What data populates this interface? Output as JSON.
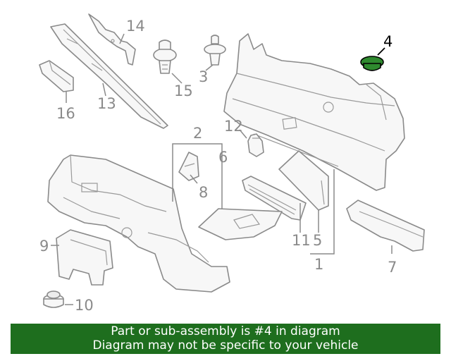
{
  "callouts": {
    "c1": "1",
    "c2": "2",
    "c3": "3",
    "c4": "4",
    "c5": "5",
    "c6": "6",
    "c7": "7",
    "c8": "8",
    "c9": "9",
    "c10": "10",
    "c11": "11",
    "c12": "12",
    "c13": "13",
    "c14": "14",
    "c15": "15",
    "c16": "16"
  },
  "highlighted_part": "4",
  "banner": {
    "line1": "Part or sub-assembly is #4 in diagram",
    "line2": "Diagram may not be specific to your vehicle",
    "color": "#1e6e1e"
  }
}
